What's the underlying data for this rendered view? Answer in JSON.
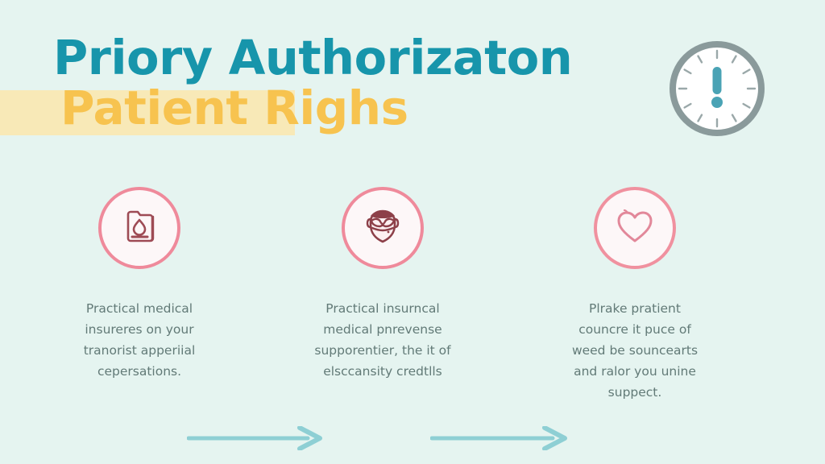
{
  "background_color": "#e5f4f0",
  "header": {
    "title_line1": "Priory Authorizaton",
    "title_line2": "Patient Righs",
    "title_line1_color": "#1795ab",
    "title_line2_color": "#f7c34f",
    "highlight_color": "#fbe6ad",
    "badge": {
      "icon": "clock-alert-icon",
      "face_color": "#ffffff",
      "ring_color": "#8a9a9b",
      "mark_color": "#4aa3b5",
      "mark": "!"
    }
  },
  "steps": [
    {
      "id": "step-1",
      "icon": "document-droplet-icon",
      "circle_color": "#ef8a9b",
      "icon_color": "#9e4b55",
      "lines": [
        "Practical medical",
        "insureres on your",
        "tranorist apperiial",
        "cepersations."
      ]
    },
    {
      "id": "step-2",
      "icon": "face-mask-icon",
      "circle_color": "#ef8a9b",
      "icon_color": "#8d4049",
      "lines": [
        "Practical insurncal",
        "medical pnrevense",
        "supporentier, the it of",
        "elsccansity credtlls"
      ]
    },
    {
      "id": "step-3",
      "icon": "heart-icon",
      "circle_color": "#f0919f",
      "icon_color": "#e2889a",
      "lines": [
        "Plrake pratient",
        "councre it puce of",
        "weed be souncearts",
        "and ralor you unine",
        "suppect."
      ]
    }
  ],
  "arrows": [
    {
      "id": "arrow-1",
      "direction": "right",
      "color": "#8ecfd4"
    },
    {
      "id": "arrow-2",
      "direction": "right",
      "color": "#8ecfd4"
    }
  ],
  "text_color": "#627a77"
}
